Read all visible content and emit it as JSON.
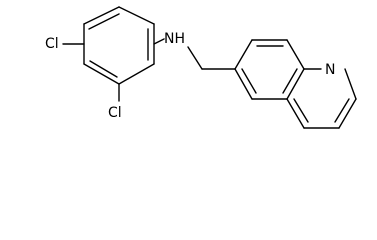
{
  "molecule": {
    "atoms": {
      "cl_left": "Cl",
      "cl_bottom": "Cl",
      "nh": "NH",
      "n_ring": "N"
    },
    "colors": {
      "bond": "#000000",
      "label": "#000000",
      "background": "#ffffff"
    }
  }
}
